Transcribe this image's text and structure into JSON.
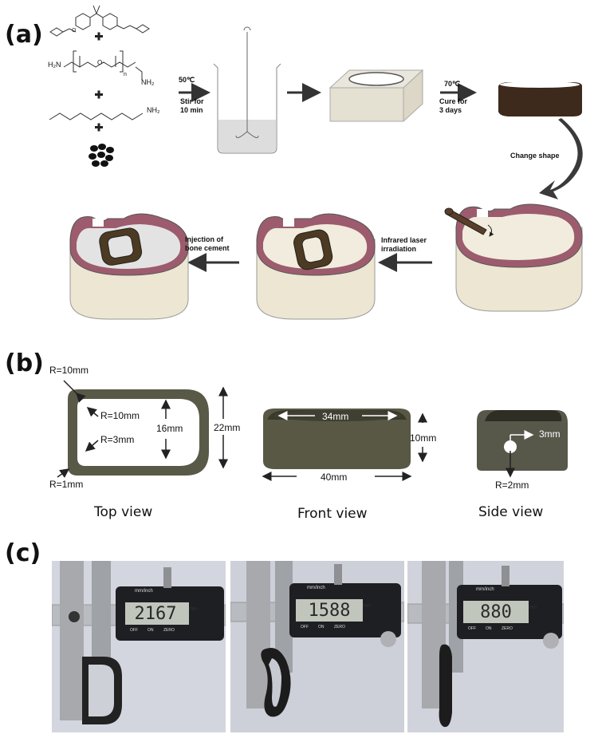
{
  "panel_a": {
    "label": "(a)",
    "step1_temp": "50℃",
    "step1_action": [
      "Stir for",
      "10 min"
    ],
    "step2_temp": "70℃",
    "step2_action": [
      "Cure for",
      "3 days"
    ],
    "change_shape": "Change shape",
    "infrared": [
      "Infrared laser",
      "irradiation"
    ],
    "injection": [
      "Injection of",
      "bone cement"
    ],
    "chem_labels": {
      "h2n": "H₂N",
      "nh2_a": "NH₂",
      "nh2_b": "NH₂",
      "n": "n",
      "o": "O"
    }
  },
  "panel_b": {
    "label": "(b)",
    "top_view": {
      "title": "Top view",
      "r_outer": "R=10mm",
      "r_inner_big": "R=10mm",
      "r_inner_small": "R=3mm",
      "r_corner": "R=1mm",
      "inner_height": "16mm",
      "outer_height": "22mm"
    },
    "front_view": {
      "title": "Front view",
      "inner_width": "34mm",
      "outer_width": "40mm",
      "height": "10mm"
    },
    "side_view": {
      "title": "Side view",
      "hole_offset": "3mm",
      "hole_radius": "R=2mm"
    }
  },
  "panel_c": {
    "label": "(c)",
    "photos": [
      {
        "reading": "2167",
        "header": "mm/inch",
        "unit": "mm",
        "buttons": [
          "OFF",
          "ON",
          "ZERO"
        ]
      },
      {
        "reading": "1588",
        "header": "mm/inch",
        "unit": "mm",
        "buttons": [
          "OFF",
          "ON",
          "ZERO"
        ]
      },
      {
        "reading": "880",
        "header": "mm/inch",
        "unit": "mm",
        "buttons": [
          "OFF",
          "ON",
          "ZERO"
        ]
      }
    ]
  }
}
